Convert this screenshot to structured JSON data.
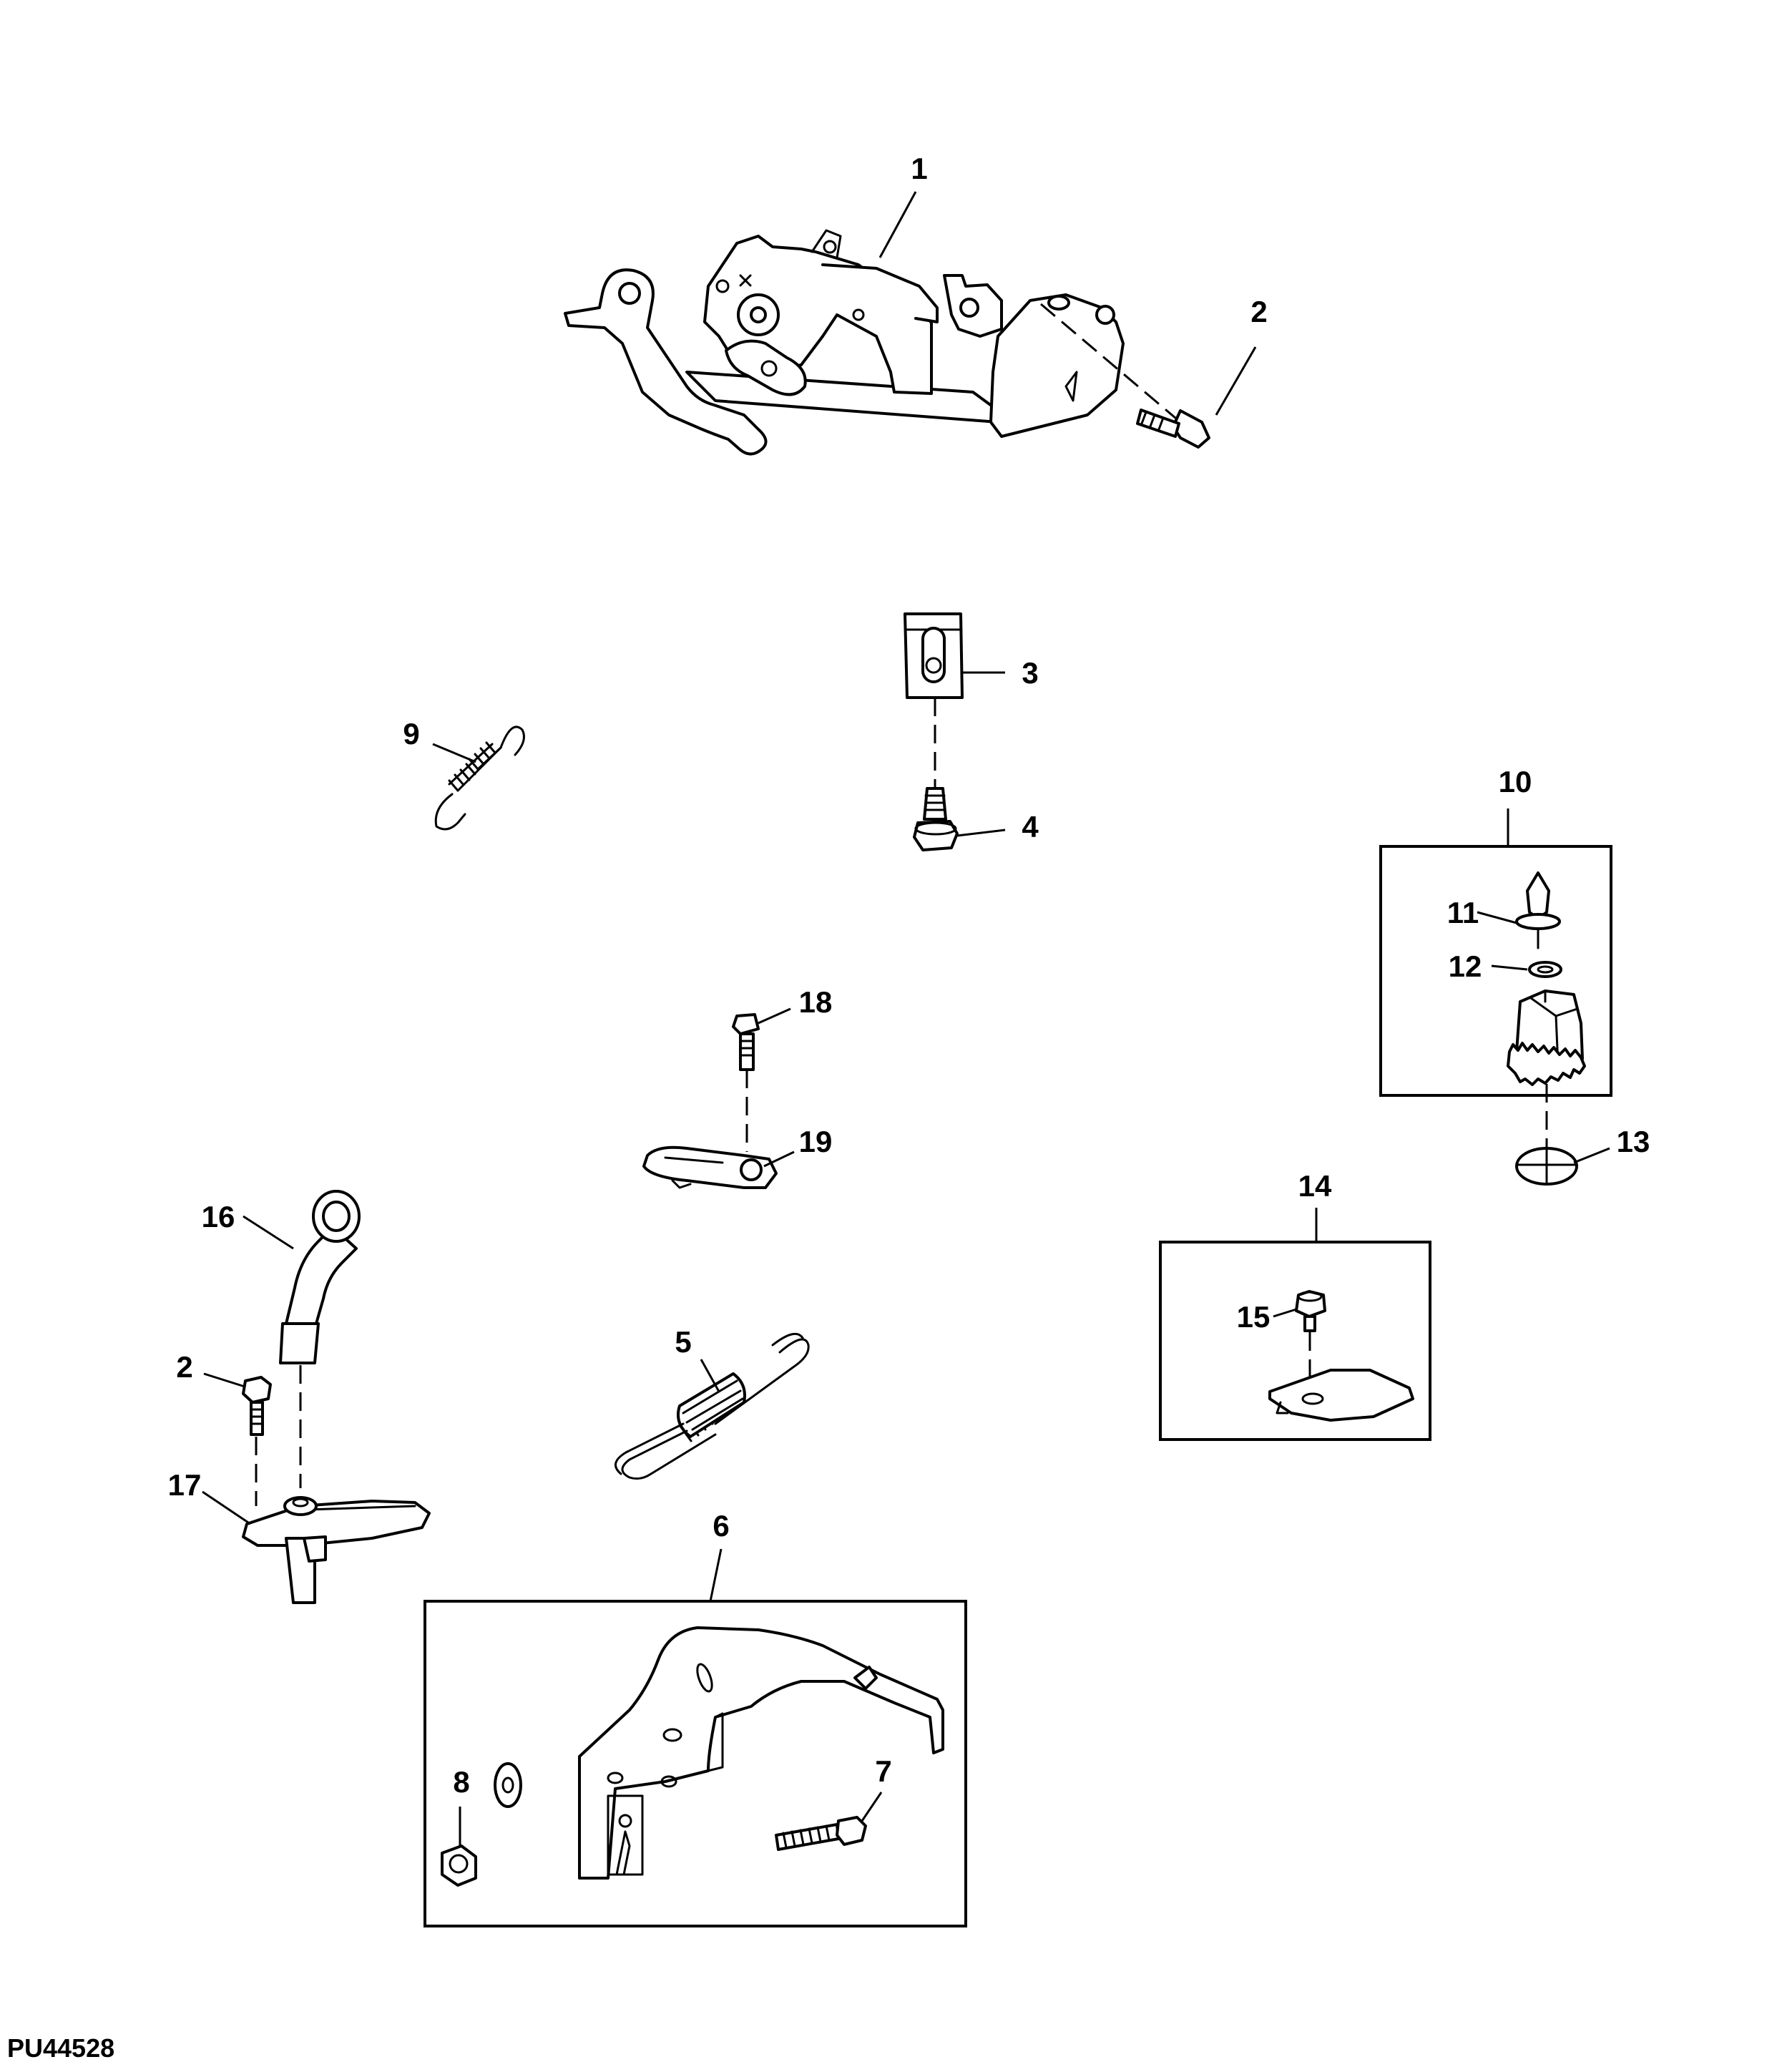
{
  "figure_id": "PU44528",
  "callouts": {
    "c1": "1",
    "c2a": "2",
    "c2b": "2",
    "c3": "3",
    "c4": "4",
    "c5": "5",
    "c6": "6",
    "c7": "7",
    "c8": "8",
    "c9": "9",
    "c10": "10",
    "c11": "11",
    "c12": "12",
    "c13": "13",
    "c14": "14",
    "c15": "15",
    "c16": "16",
    "c17": "17",
    "c18": "18",
    "c19": "19"
  }
}
